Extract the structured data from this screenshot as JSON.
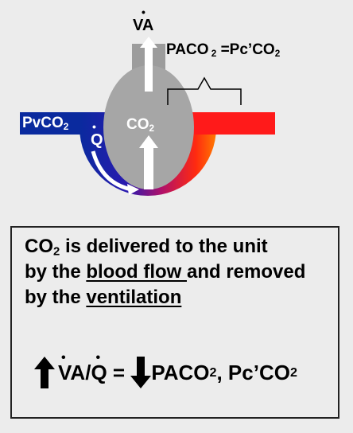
{
  "diagram": {
    "va_label": "VA",
    "equality": {
      "pa": "PACO",
      "pa_sub": "2",
      "eq": " =Pc’CO",
      "pc_sub": "2"
    },
    "pvco2": {
      "text": "PvCO",
      "sub": "2"
    },
    "q_label": "Q",
    "co2_inside": {
      "text": "CO",
      "sub": "2"
    },
    "colors": {
      "venous": "#0a2a9e",
      "arterial": "#ff1a1a",
      "alveolus": "#a6a6a6",
      "airway": "#9c9c9c",
      "arrow": "#ffffff"
    }
  },
  "box": {
    "line1_pre": "CO",
    "line1_sub": "2",
    "line1_post": " is delivered to the unit",
    "line2_pre": "by the ",
    "line2_u": "blood flow ",
    "line2_post": "and removed",
    "line3_pre": "by the ",
    "line3_u": "ventilation",
    "eq_lhs_va": "VA",
    "eq_lhs_slash": "/",
    "eq_lhs_q": "Q",
    "eq_equals": " = ",
    "eq_rhs_pa": "PACO",
    "eq_rhs_pa_sub": "2",
    "eq_rhs_mid": ", Pc’CO",
    "eq_rhs_pc_sub": "2",
    "eq_up_icon": "up-arrow-icon",
    "eq_down_icon": "down-arrow-icon"
  }
}
